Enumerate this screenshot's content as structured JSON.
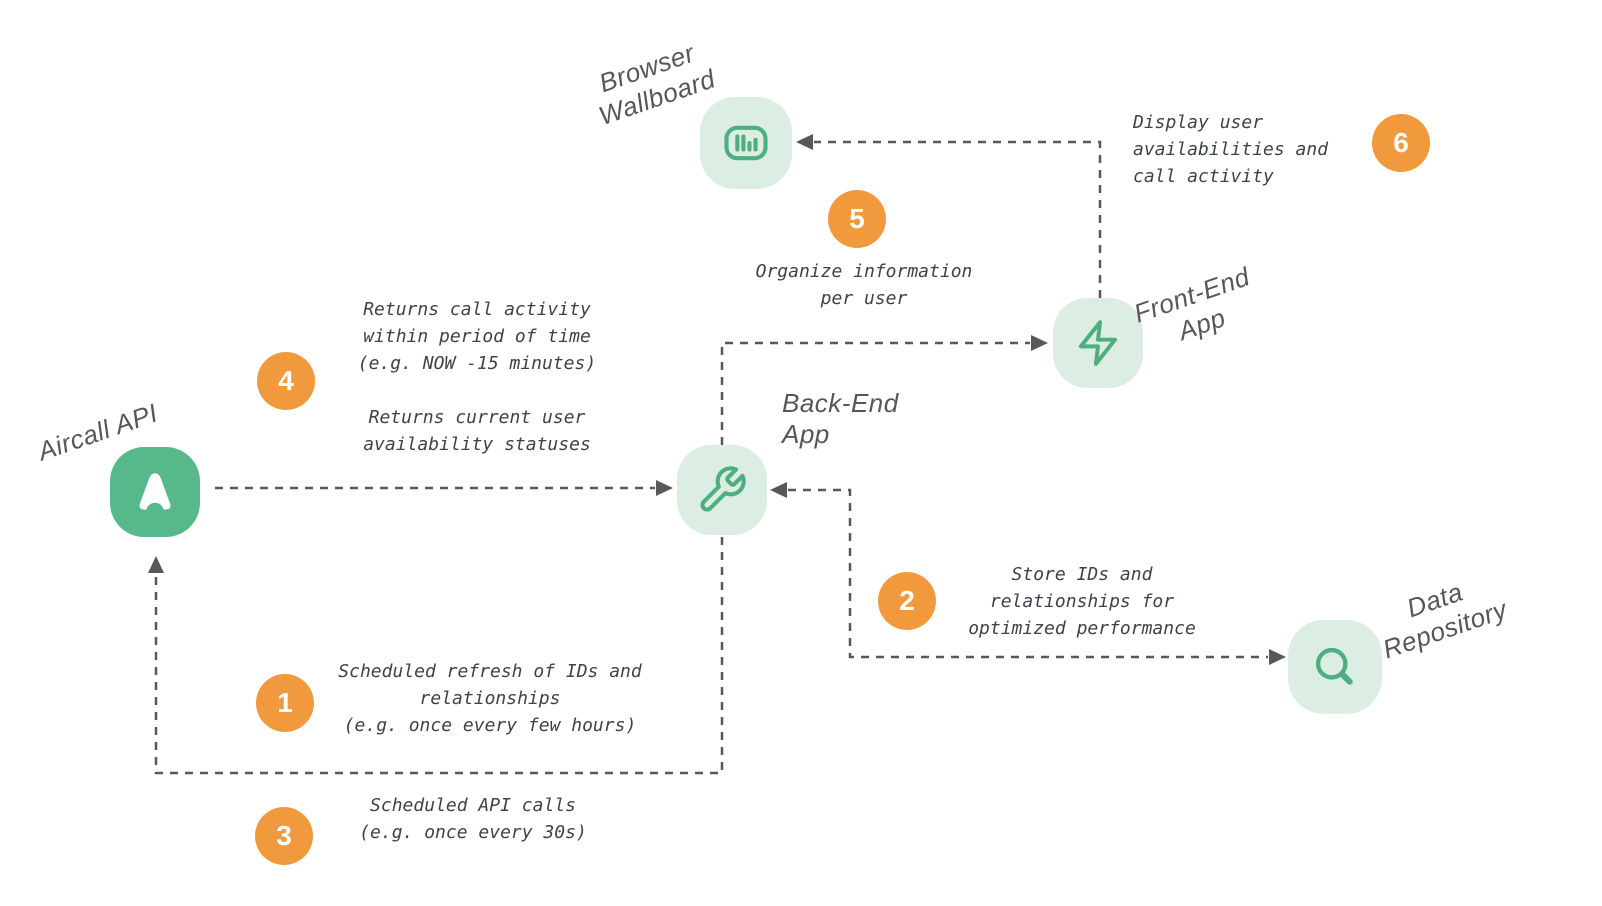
{
  "colors": {
    "brand_green": "#57B88C",
    "tile_green_bg": "#DCEDE4",
    "icon_stroke_green": "#4FAE80",
    "step_orange": "#F09A3D",
    "line_gray": "#58585A",
    "annotation_text": "#3E4347",
    "label_text": "#56575B"
  },
  "nodes": {
    "aircall": {
      "label": "Aircall API",
      "icon": "aircall-logo-icon"
    },
    "wallboard": {
      "label": "Browser\nWallboard",
      "icon": "bar-chart-icon"
    },
    "backend": {
      "label": "Back-End\nApp",
      "icon": "wrench-icon"
    },
    "frontend": {
      "label": "Front-End\nApp",
      "icon": "lightning-icon"
    },
    "datarepo": {
      "label": "Data\nRepository",
      "icon": "magnifier-icon"
    }
  },
  "steps": [
    {
      "number": "1",
      "text": "Scheduled refresh of IDs and\nrelationships\n(e.g. once every few hours)"
    },
    {
      "number": "2",
      "text": "Store IDs and\nrelationships for\noptimized performance"
    },
    {
      "number": "3",
      "text": "Scheduled API calls\n(e.g. once every 30s)"
    },
    {
      "number": "4",
      "text": "Returns call activity\nwithin period of time\n(e.g. NOW -15 minutes)\n\nReturns current user\navailability statuses"
    },
    {
      "number": "5",
      "text": "Organize information\nper user"
    },
    {
      "number": "6",
      "text": "Display user\navailabilities and\ncall activity"
    }
  ]
}
